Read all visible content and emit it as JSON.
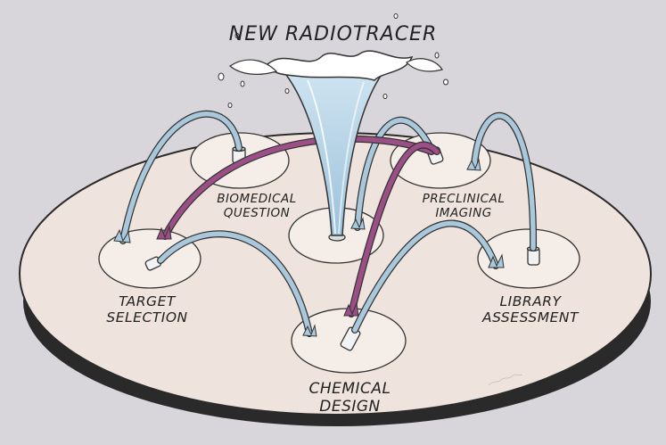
{
  "title": "NEW RADIOTRACER",
  "nodes": {
    "biomedical": [
      "BIOMEDICAL",
      "QUESTION"
    ],
    "preclinical": [
      "PRECLINICAL",
      "IMAGING"
    ],
    "target": [
      "TARGET",
      "SELECTION"
    ],
    "library": [
      "LIBRARY",
      "ASSESSMENT"
    ],
    "chemical": [
      "CHEMICAL",
      "DESIGN"
    ]
  },
  "colors": {
    "background": "#d9d6db",
    "platform": "#efe4dd",
    "stream_blue": "#a9c8dc",
    "stream_purple": "#9b4f86",
    "outline": "#2a2a2a"
  },
  "icons": [
    "fountain-icon",
    "nozzle-icon",
    "splash-icon",
    "signature-mark"
  ]
}
